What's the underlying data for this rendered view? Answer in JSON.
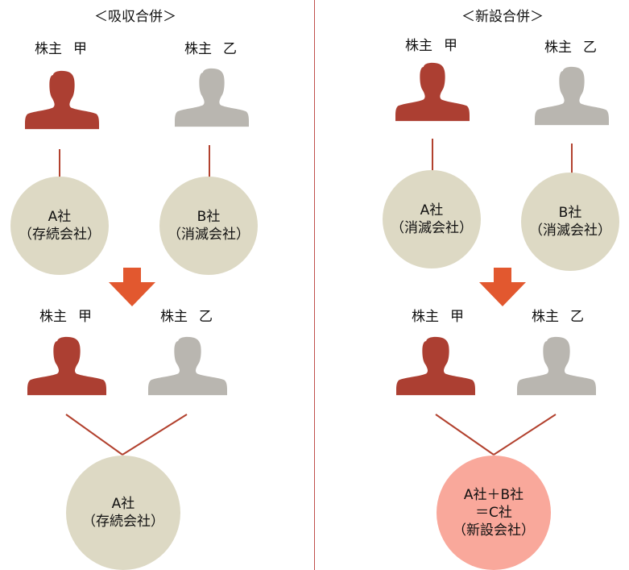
{
  "left_panel": {
    "heading": "＜吸収合併＞",
    "shareholder_a": "株主",
    "shareholder_a_name": "甲",
    "shareholder_b": "株主",
    "shareholder_b_name": "乙",
    "before": {
      "company_a_name": "A社",
      "company_a_role": "（存続会社）",
      "company_b_name": "B社",
      "company_b_role": "（消滅会社）"
    },
    "after": {
      "company_name": "A社",
      "company_role": "（存続会社）"
    }
  },
  "right_panel": {
    "heading": "＜新設合併＞",
    "shareholder_a": "株主",
    "shareholder_a_name": "甲",
    "shareholder_b": "株主",
    "shareholder_b_name": "乙",
    "before": {
      "company_a_name": "A社",
      "company_a_role": "（消滅会社）",
      "company_b_name": "B社",
      "company_b_role": "（消滅会社）"
    },
    "after": {
      "company_line1": "A社＋B社",
      "company_line2": "＝C社",
      "company_role": "（新設会社）"
    }
  },
  "colors": {
    "shareholder_a": "#ac3f32",
    "shareholder_b": "#b9b6b0",
    "connector": "#b2412e",
    "arrow": "#e2582f",
    "circle_beige": "#ddd9c4",
    "circle_pink": "#f9a89b",
    "divider": "#c0504d"
  },
  "icons": {
    "shareholder_a": "person-silhouette-icon",
    "shareholder_b": "person-silhouette-icon",
    "transition": "down-arrow-icon"
  }
}
